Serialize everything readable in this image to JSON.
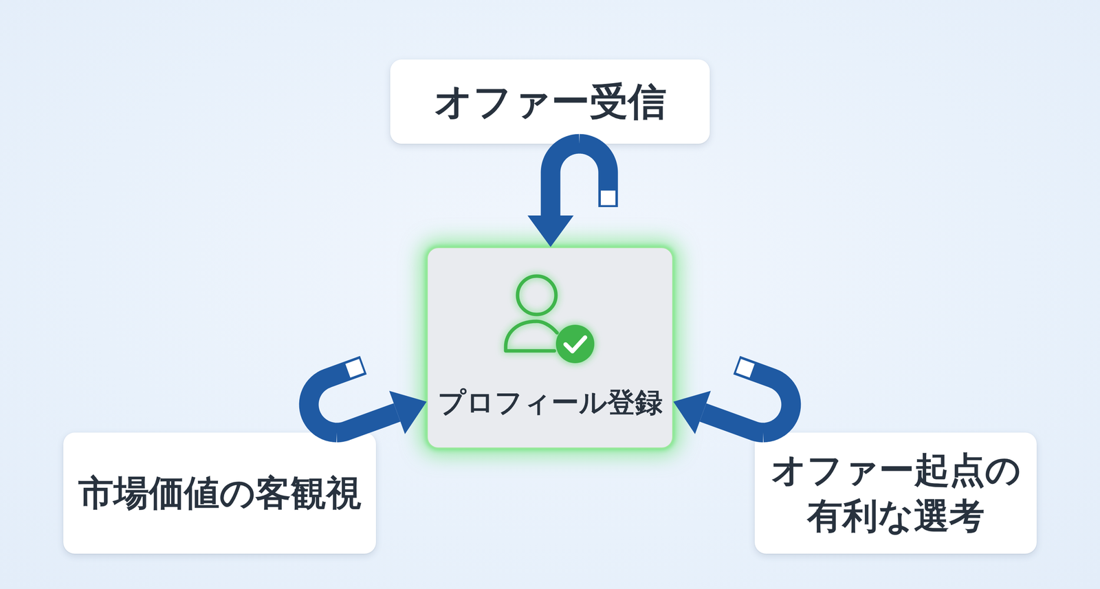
{
  "diagram": {
    "nodes": [
      {
        "text": [
          "オファー受信"
        ]
      },
      {
        "text": [
          "プロフィール登録"
        ]
      },
      {
        "text": [
          "市場価値の客観視"
        ]
      },
      {
        "text": [
          "オファー起点の 有利な選考"
        ]
      }
    ],
    "edges": [
      {
        "from": 0,
        "to": 1,
        "arrow": "to"
      },
      {
        "from": 2,
        "to": 1,
        "arrow": "to"
      },
      {
        "from": 3,
        "to": 1,
        "arrow": "to"
      }
    ]
  }
}
